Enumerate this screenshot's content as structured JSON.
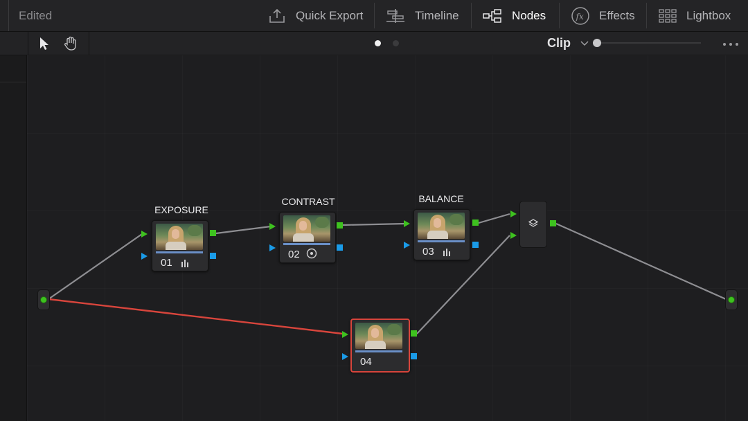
{
  "topbar": {
    "status": "Edited",
    "tabs": [
      {
        "label": "Quick Export",
        "icon": "export-icon",
        "active": false
      },
      {
        "label": "Timeline",
        "icon": "timeline-icon",
        "active": false
      },
      {
        "label": "Nodes",
        "icon": "nodes-icon",
        "active": true
      },
      {
        "label": "Effects",
        "icon": "fx-icon",
        "active": false
      },
      {
        "label": "Lightbox",
        "icon": "grid-icon",
        "active": false
      }
    ]
  },
  "subbar": {
    "tools": [
      "pointer-icon",
      "hand-icon"
    ],
    "page_dots": 2,
    "page_active": 1,
    "mode_label": "Clip"
  },
  "nodes": [
    {
      "id": "01",
      "label": "EXPOSURE",
      "status_icon": "bars-icon",
      "selected": false
    },
    {
      "id": "02",
      "label": "CONTRAST",
      "status_icon": "target-icon",
      "selected": false
    },
    {
      "id": "03",
      "label": "BALANCE",
      "status_icon": "bars-icon",
      "selected": false
    },
    {
      "id": "04",
      "label": "",
      "status_icon": "",
      "selected": true
    }
  ],
  "colors": {
    "accent_green": "#3ec21f",
    "accent_blue": "#1a9be8",
    "selected_red": "#d8453c",
    "link_gray": "#8e8e92"
  }
}
